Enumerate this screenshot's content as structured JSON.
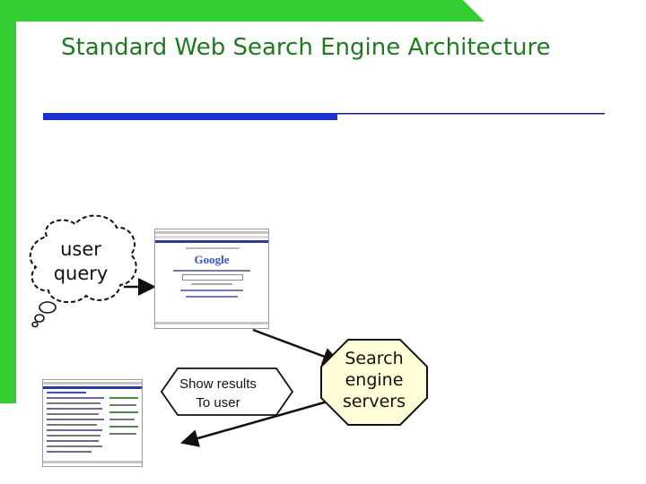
{
  "slide": {
    "title": "Standard Web Search Engine Architecture",
    "colors": {
      "accent_green": "#33cc33",
      "accent_blue": "#1a33cc",
      "title_green": "#1f7a1f"
    }
  },
  "diagram": {
    "user_query": "user\nquery",
    "search_engine_servers": "Search\nengine\nservers",
    "show_results": "Show results\nTo user",
    "search_page_logo": "Google"
  }
}
